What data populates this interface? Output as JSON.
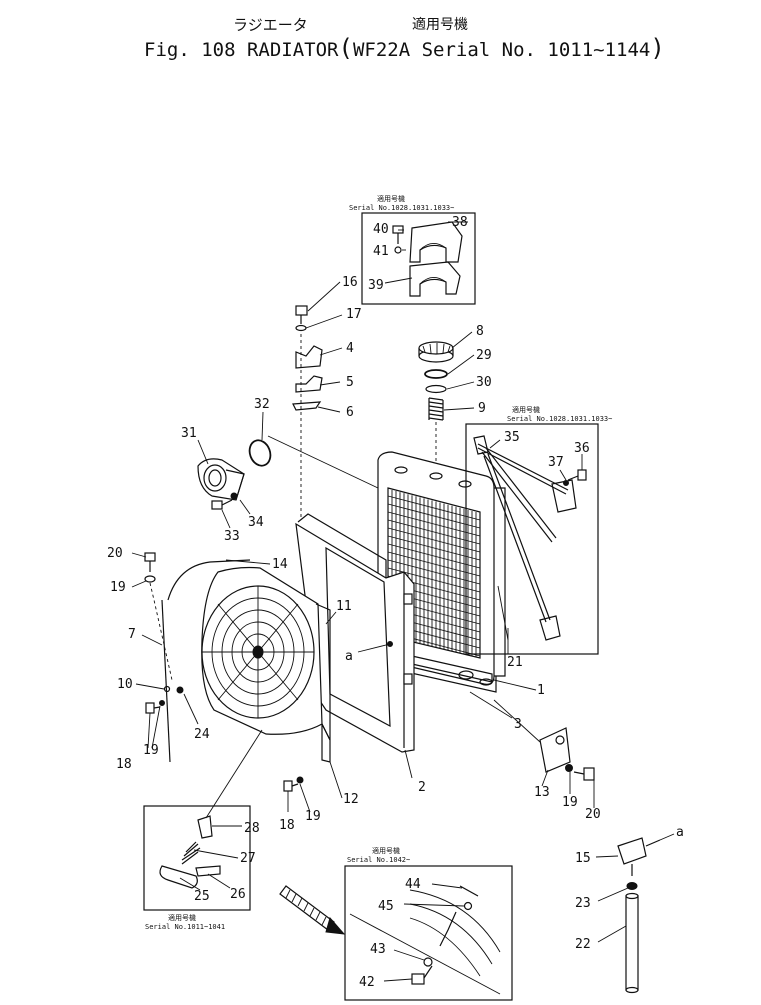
{
  "header": {
    "title_jp": "ラジエータ",
    "applic_jp": "適用号機",
    "fig_label": "Fig. 108",
    "title_en": "RADIATOR",
    "model": "WF22A",
    "serial_range": "Serial No. 1011~1144"
  },
  "insets": {
    "top_jp": "適用号機",
    "top_serial": "Serial No.1028.1031.1033~",
    "right_jp": "適用号機",
    "right_serial": "Serial No.1028.1031.1033~",
    "bottom_left_jp": "適用号機",
    "bottom_left_serial": "Serial No.1011~1041",
    "bottom_mid_jp": "適用号機",
    "bottom_mid_serial": "Serial No.1042~"
  },
  "callouts": [
    {
      "key": "c38",
      "text": "38"
    },
    {
      "key": "c40",
      "text": "40"
    },
    {
      "key": "c41",
      "text": "41"
    },
    {
      "key": "c39",
      "text": "39"
    },
    {
      "key": "c16",
      "text": "16"
    },
    {
      "key": "c17",
      "text": "17"
    },
    {
      "key": "c4",
      "text": "4"
    },
    {
      "key": "c5",
      "text": "5"
    },
    {
      "key": "c6",
      "text": "6"
    },
    {
      "key": "c8",
      "text": "8"
    },
    {
      "key": "c29",
      "text": "29"
    },
    {
      "key": "c30",
      "text": "30"
    },
    {
      "key": "c9",
      "text": "9"
    },
    {
      "key": "c32",
      "text": "32"
    },
    {
      "key": "c31",
      "text": "31"
    },
    {
      "key": "c34",
      "text": "34"
    },
    {
      "key": "c33",
      "text": "33"
    },
    {
      "key": "c35",
      "text": "35"
    },
    {
      "key": "c36",
      "text": "36"
    },
    {
      "key": "c37",
      "text": "37"
    },
    {
      "key": "c20a",
      "text": "20"
    },
    {
      "key": "c19a",
      "text": "19"
    },
    {
      "key": "c14",
      "text": "14"
    },
    {
      "key": "c7",
      "text": "7"
    },
    {
      "key": "c11",
      "text": "11"
    },
    {
      "key": "ca1",
      "text": "a"
    },
    {
      "key": "c10",
      "text": "10"
    },
    {
      "key": "c24",
      "text": "24"
    },
    {
      "key": "c18a",
      "text": "18"
    },
    {
      "key": "c19b",
      "text": "19"
    },
    {
      "key": "c21",
      "text": "21"
    },
    {
      "key": "c1",
      "text": "1"
    },
    {
      "key": "c3",
      "text": "3"
    },
    {
      "key": "c2",
      "text": "2"
    },
    {
      "key": "c12",
      "text": "12"
    },
    {
      "key": "c18b",
      "text": "18"
    },
    {
      "key": "c19c",
      "text": "19"
    },
    {
      "key": "c13",
      "text": "13"
    },
    {
      "key": "c19d",
      "text": "19"
    },
    {
      "key": "c20b",
      "text": "20"
    },
    {
      "key": "c28",
      "text": "28"
    },
    {
      "key": "c27",
      "text": "27"
    },
    {
      "key": "c25",
      "text": "25"
    },
    {
      "key": "c26",
      "text": "26"
    },
    {
      "key": "c44",
      "text": "44"
    },
    {
      "key": "c45",
      "text": "45"
    },
    {
      "key": "c43",
      "text": "43"
    },
    {
      "key": "c42",
      "text": "42"
    },
    {
      "key": "ca2",
      "text": "a"
    },
    {
      "key": "c15",
      "text": "15"
    },
    {
      "key": "c23",
      "text": "23"
    },
    {
      "key": "c22",
      "text": "22"
    }
  ]
}
